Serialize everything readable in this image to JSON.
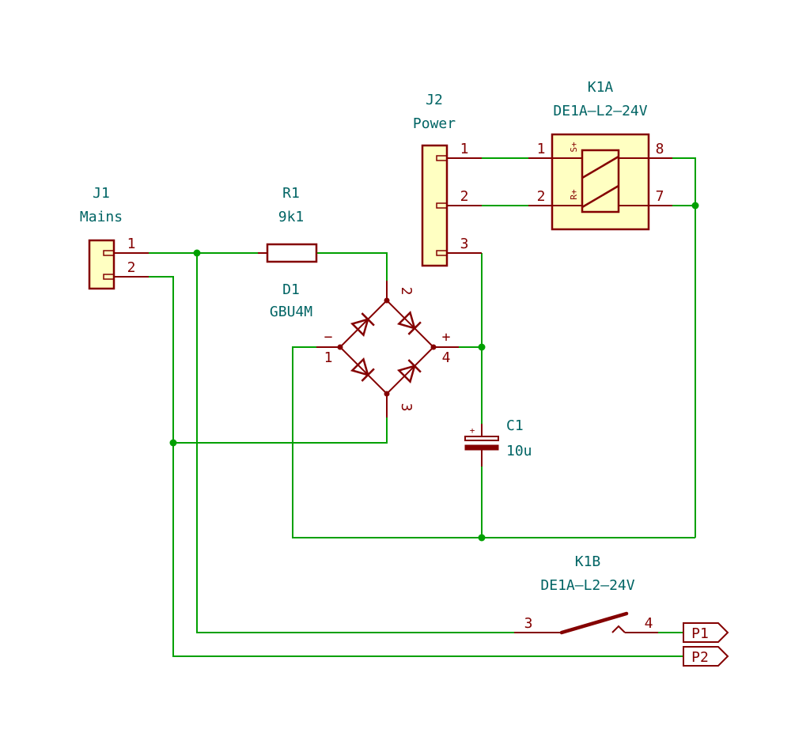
{
  "components": {
    "j1": {
      "ref": "J1",
      "value": "Mains",
      "pins": [
        "1",
        "2"
      ]
    },
    "r1": {
      "ref": "R1",
      "value": "9k1"
    },
    "d1": {
      "ref": "D1",
      "value": "GBU4M",
      "pins": [
        "1",
        "2",
        "3",
        "4"
      ],
      "minus": "−",
      "plus": "+"
    },
    "j2": {
      "ref": "J2",
      "value": "Power",
      "pins": [
        "1",
        "2",
        "3"
      ]
    },
    "k1a": {
      "ref": "K1A",
      "value": "DE1A–L2–24V",
      "pins": [
        "1",
        "2",
        "8",
        "7"
      ],
      "coil_marks": [
        "S+",
        "R+"
      ]
    },
    "c1": {
      "ref": "C1",
      "value": "10u",
      "plus": "+"
    },
    "k1b": {
      "ref": "K1B",
      "value": "DE1A–L2–24V",
      "pins": [
        "3",
        "4"
      ]
    }
  },
  "ports": [
    {
      "label": "P1"
    },
    {
      "label": "P2"
    }
  ],
  "colors": {
    "wire": "#00a000",
    "symbol": "#840000",
    "fill": "#ffffc2",
    "text": "#006464"
  }
}
